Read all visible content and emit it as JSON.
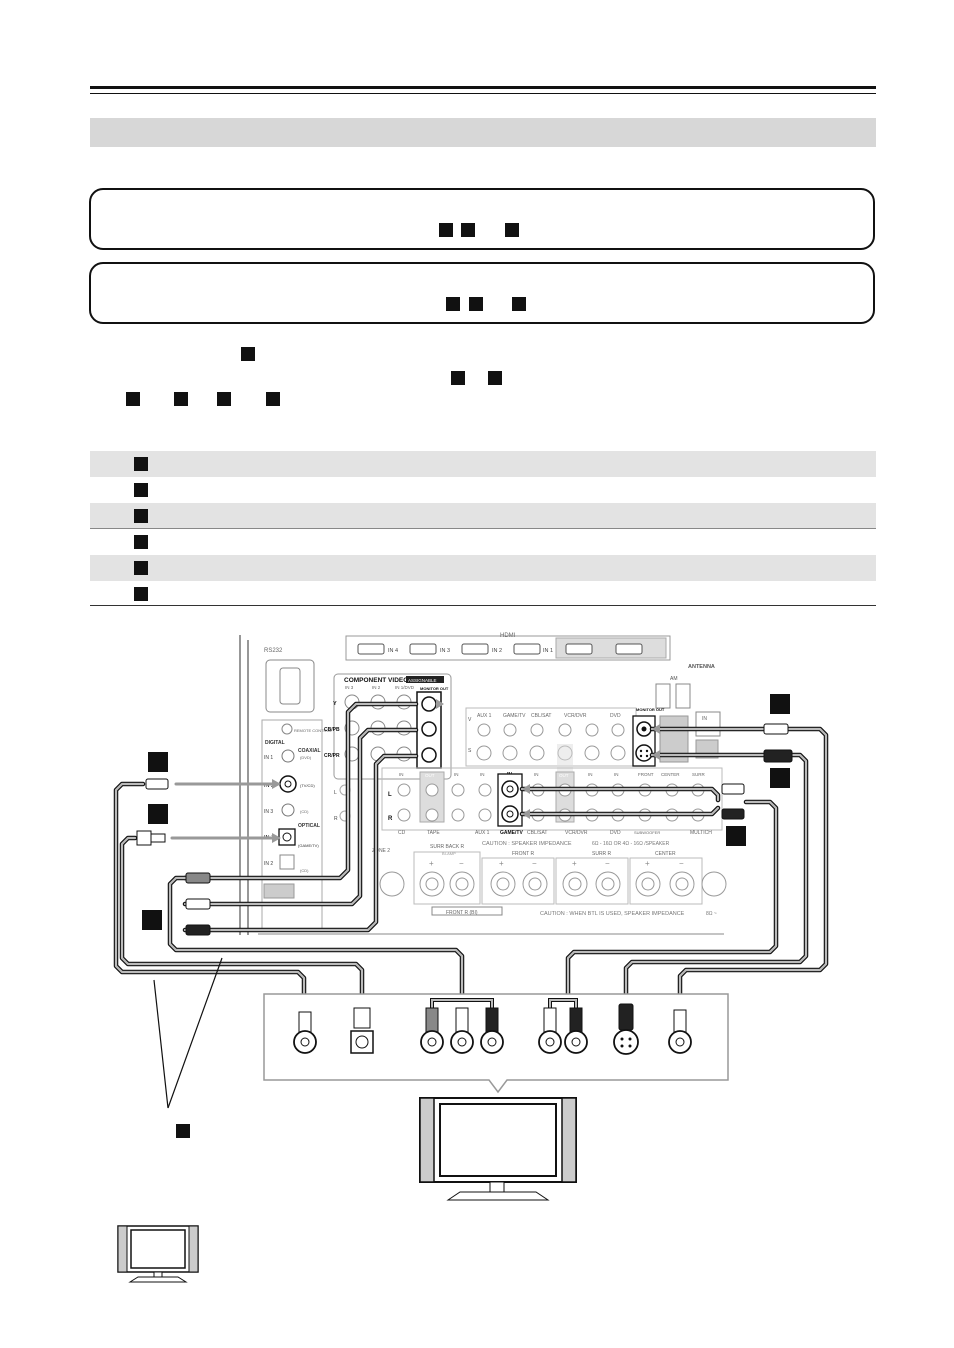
{
  "receiver": {
    "hdmi_header": "HDMI",
    "hdmi_ports": [
      "IN 4",
      "IN 3",
      "IN 2",
      "IN 1"
    ],
    "rs232": "RS232",
    "component_video": "COMPONENT VIDEO",
    "assignable": "ASSIGNABLE",
    "component_inputs": [
      "IN 3",
      "IN 2",
      "IN 1/DVD"
    ],
    "monitor_out": "MONITOR OUT",
    "y": "Y",
    "cb": "CB/PB",
    "cr": "CR/PR",
    "remote_control": "REMOTE CONTROL",
    "digital": "DIGITAL",
    "coaxial": "COAXIAL",
    "optical": "OPTICAL",
    "coax_in1": "IN 1",
    "coax_in2": "IN 2",
    "coax_in3": "IN 3",
    "coax_labels": [
      "(DVD)",
      "(TV/CD)",
      "(CD)"
    ],
    "opt_in1": "IN 1",
    "opt_in2": "IN 2",
    "opt_labels": [
      "(GAME/TV)",
      "(CD)"
    ],
    "antenna": "ANTENNA",
    "am": "AM",
    "analog_groups": [
      "AUX 1",
      "GAME/TV",
      "CBL/SAT",
      "VCR/DVR",
      "DVD"
    ],
    "v": "V",
    "s": "S",
    "l": "L",
    "r": "R",
    "in": "IN",
    "out": "OUT",
    "game_tv_in": "IN",
    "game_tv": "GAME/TV",
    "bottom_groups": [
      "CD",
      "TAPE",
      "AUX 1",
      "GAME/TV",
      "CBL/SAT",
      "VCR/DVR",
      "DVD"
    ],
    "front": "FRONT",
    "center": "CENTER",
    "surr": "SURR",
    "subwoofer": "SUBWOOFER",
    "multich": "MULTICH",
    "caution_impedance": "CAUTION : SPEAKER IMPEDANCE",
    "impedance_values": "6Ω - 16Ω OR 4Ω - 16Ω /SPEAKER",
    "surr_back_r": "SURR BACK R",
    "front_r": "FRONT R",
    "surr_r": "SURR R",
    "center_sp": "CENTER",
    "zone2": "ZONE 2",
    "bi_amp": "BI-AMP",
    "front_r_bi": "FRONT R (BI)",
    "caution_btl": "CAUTION : WHEN BTL IS USED, SPEAKER IMPEDANCE",
    "impedance_btl": "8Ω ~",
    "plus": "+",
    "minus": "−"
  }
}
